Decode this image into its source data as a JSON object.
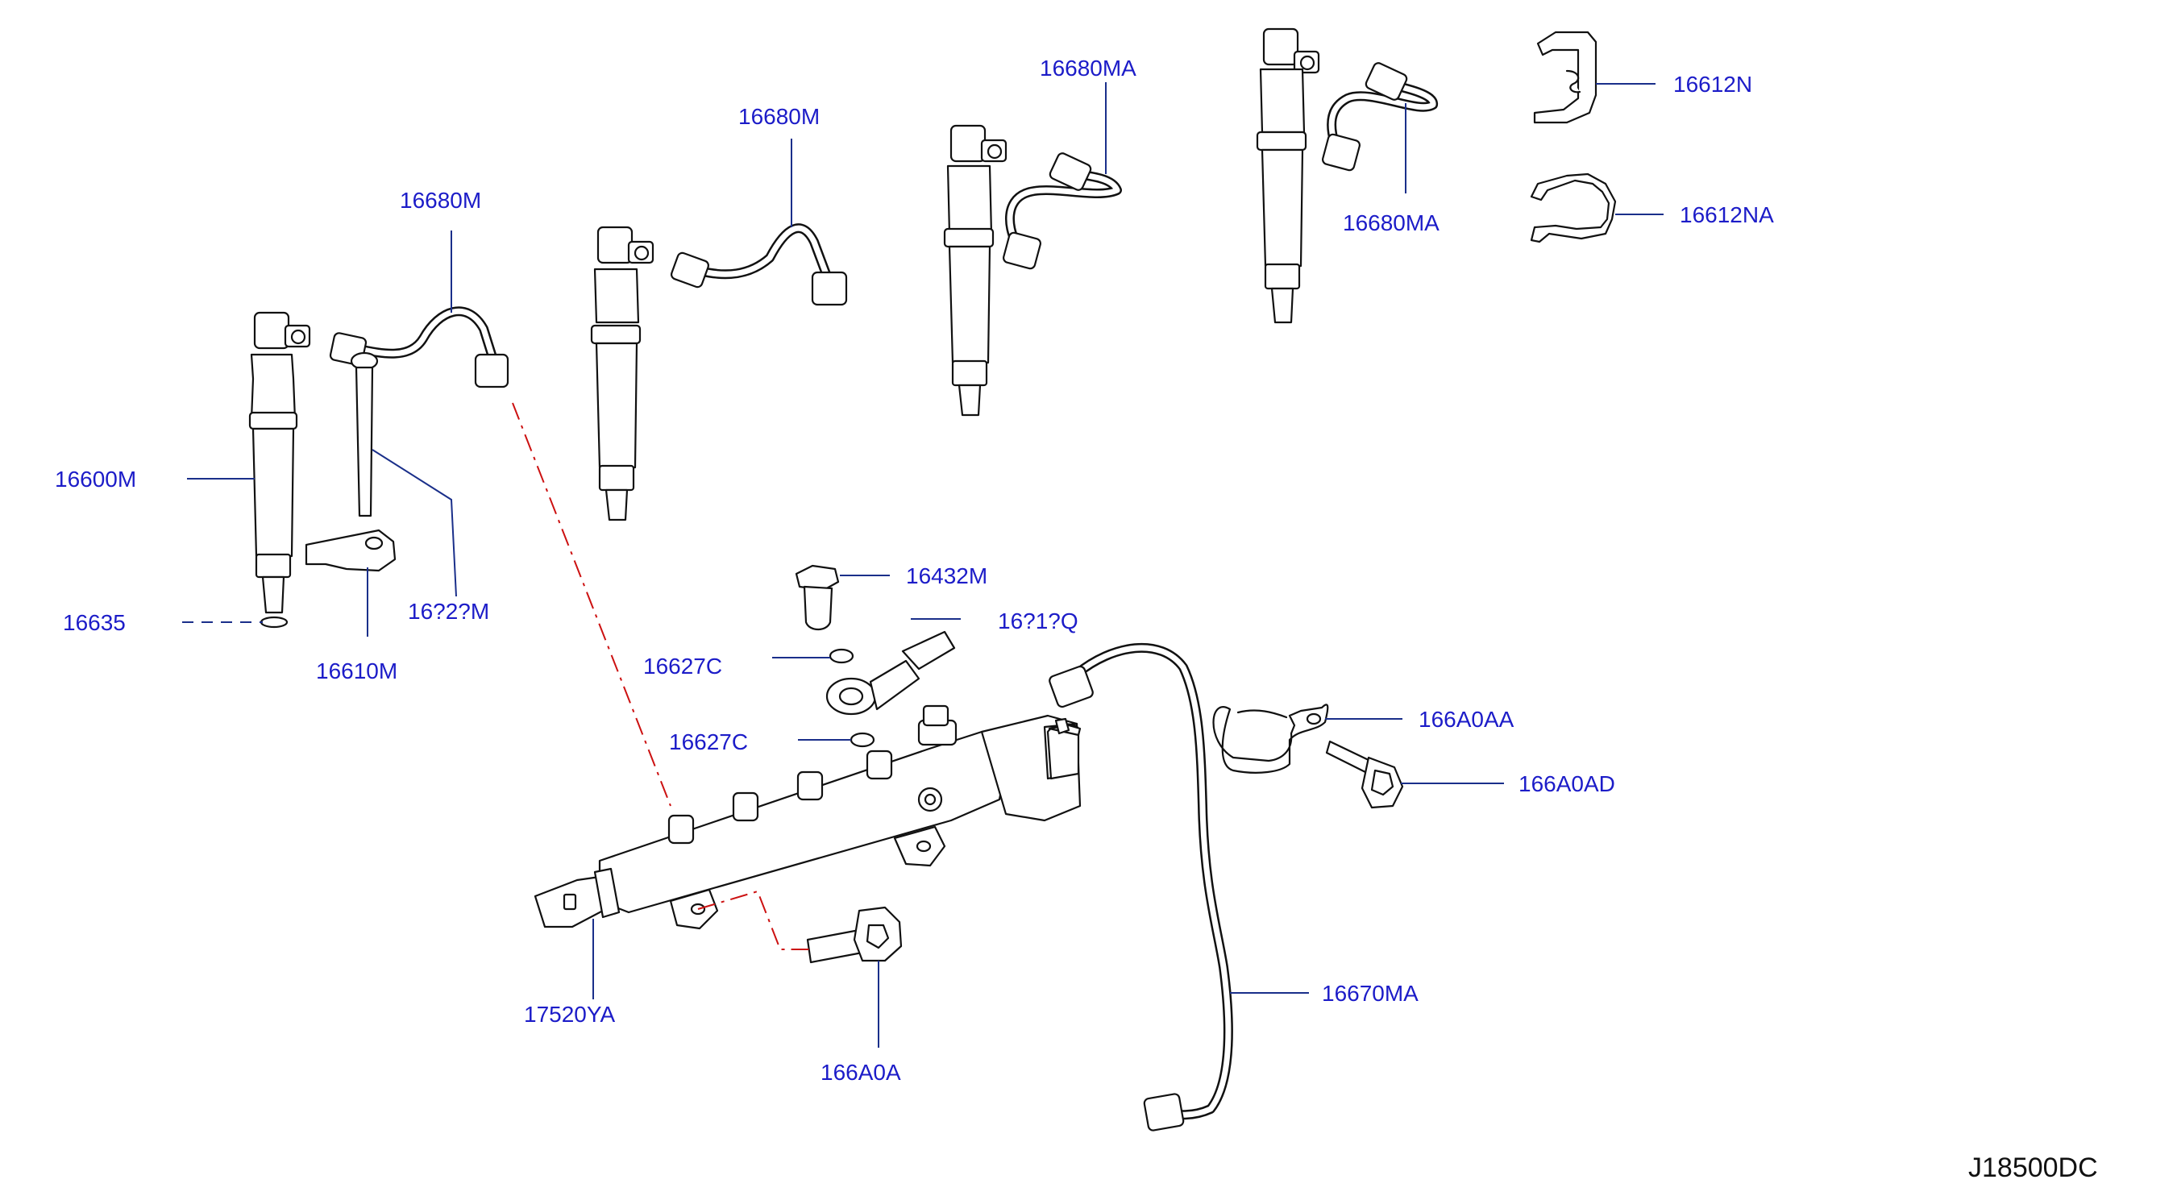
{
  "diagram": {
    "id": "J18500DC",
    "callouts": {
      "c16600M": "16600M",
      "c16635": "16635",
      "c16610M": "16610M",
      "c1642xM": "16?2?M",
      "c16680M_a": "16680M",
      "c16680M_b": "16680M",
      "c16680MA_a": "16680MA",
      "c16680MA_b": "16680MA",
      "c16612N": "16612N",
      "c16612NA": "16612NA",
      "c16432M": "16432M",
      "c16618Q": "16?1?Q",
      "c16627C_a": "16627C",
      "c16627C_b": "16627C",
      "c166A0AA": "166A0AA",
      "c166A0AD": "166A0AD",
      "c17520YA": "17520YA",
      "c166A0A": "166A0A",
      "c16670MA": "16670MA"
    }
  }
}
